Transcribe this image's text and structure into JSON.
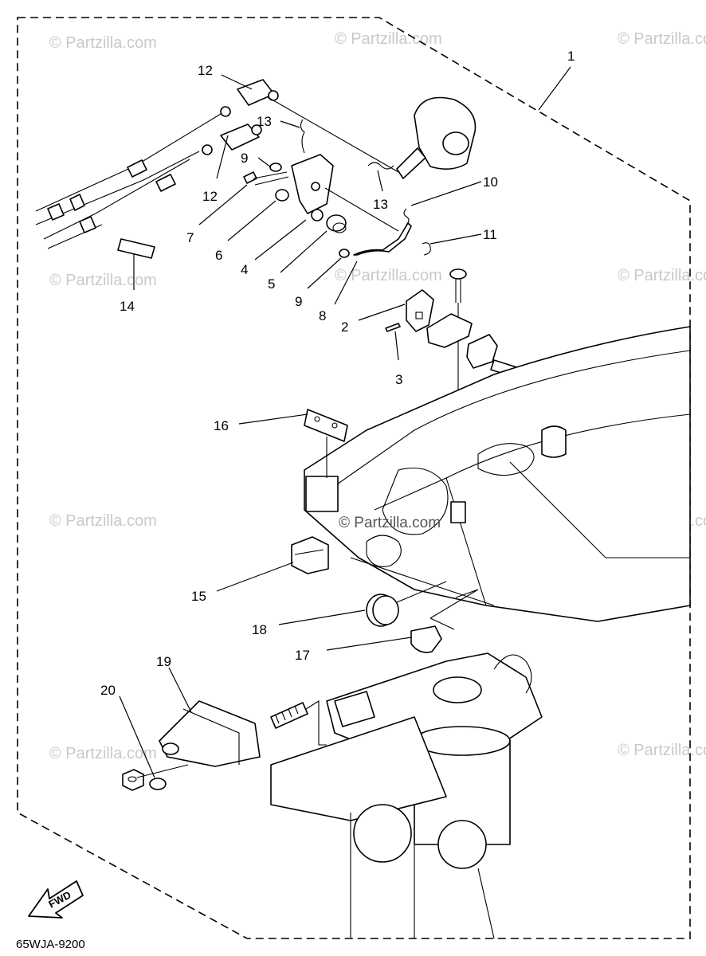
{
  "diagram_code": "65WJA-9200",
  "watermark_text": "© Partzilla.com",
  "center_watermark_text": "© Partzilla.com",
  "forward_arrow_label": "FWD",
  "callouts": [
    {
      "id": "c1",
      "label": "1"
    },
    {
      "id": "c2",
      "label": "2"
    },
    {
      "id": "c3",
      "label": "3"
    },
    {
      "id": "c4",
      "label": "4"
    },
    {
      "id": "c5",
      "label": "5"
    },
    {
      "id": "c6",
      "label": "6"
    },
    {
      "id": "c7",
      "label": "7"
    },
    {
      "id": "c8",
      "label": "8"
    },
    {
      "id": "c9a",
      "label": "9"
    },
    {
      "id": "c9b",
      "label": "9"
    },
    {
      "id": "c10",
      "label": "10"
    },
    {
      "id": "c11",
      "label": "11"
    },
    {
      "id": "c12a",
      "label": "12"
    },
    {
      "id": "c12b",
      "label": "12"
    },
    {
      "id": "c13a",
      "label": "13"
    },
    {
      "id": "c13b",
      "label": "13"
    },
    {
      "id": "c14",
      "label": "14"
    },
    {
      "id": "c15",
      "label": "15"
    },
    {
      "id": "c16",
      "label": "16"
    },
    {
      "id": "c17",
      "label": "17"
    },
    {
      "id": "c18",
      "label": "18"
    },
    {
      "id": "c19",
      "label": "19"
    },
    {
      "id": "c20",
      "label": "20"
    }
  ],
  "colors": {
    "line": "#000000",
    "background": "#ffffff",
    "watermark": "#c9c9c9"
  }
}
